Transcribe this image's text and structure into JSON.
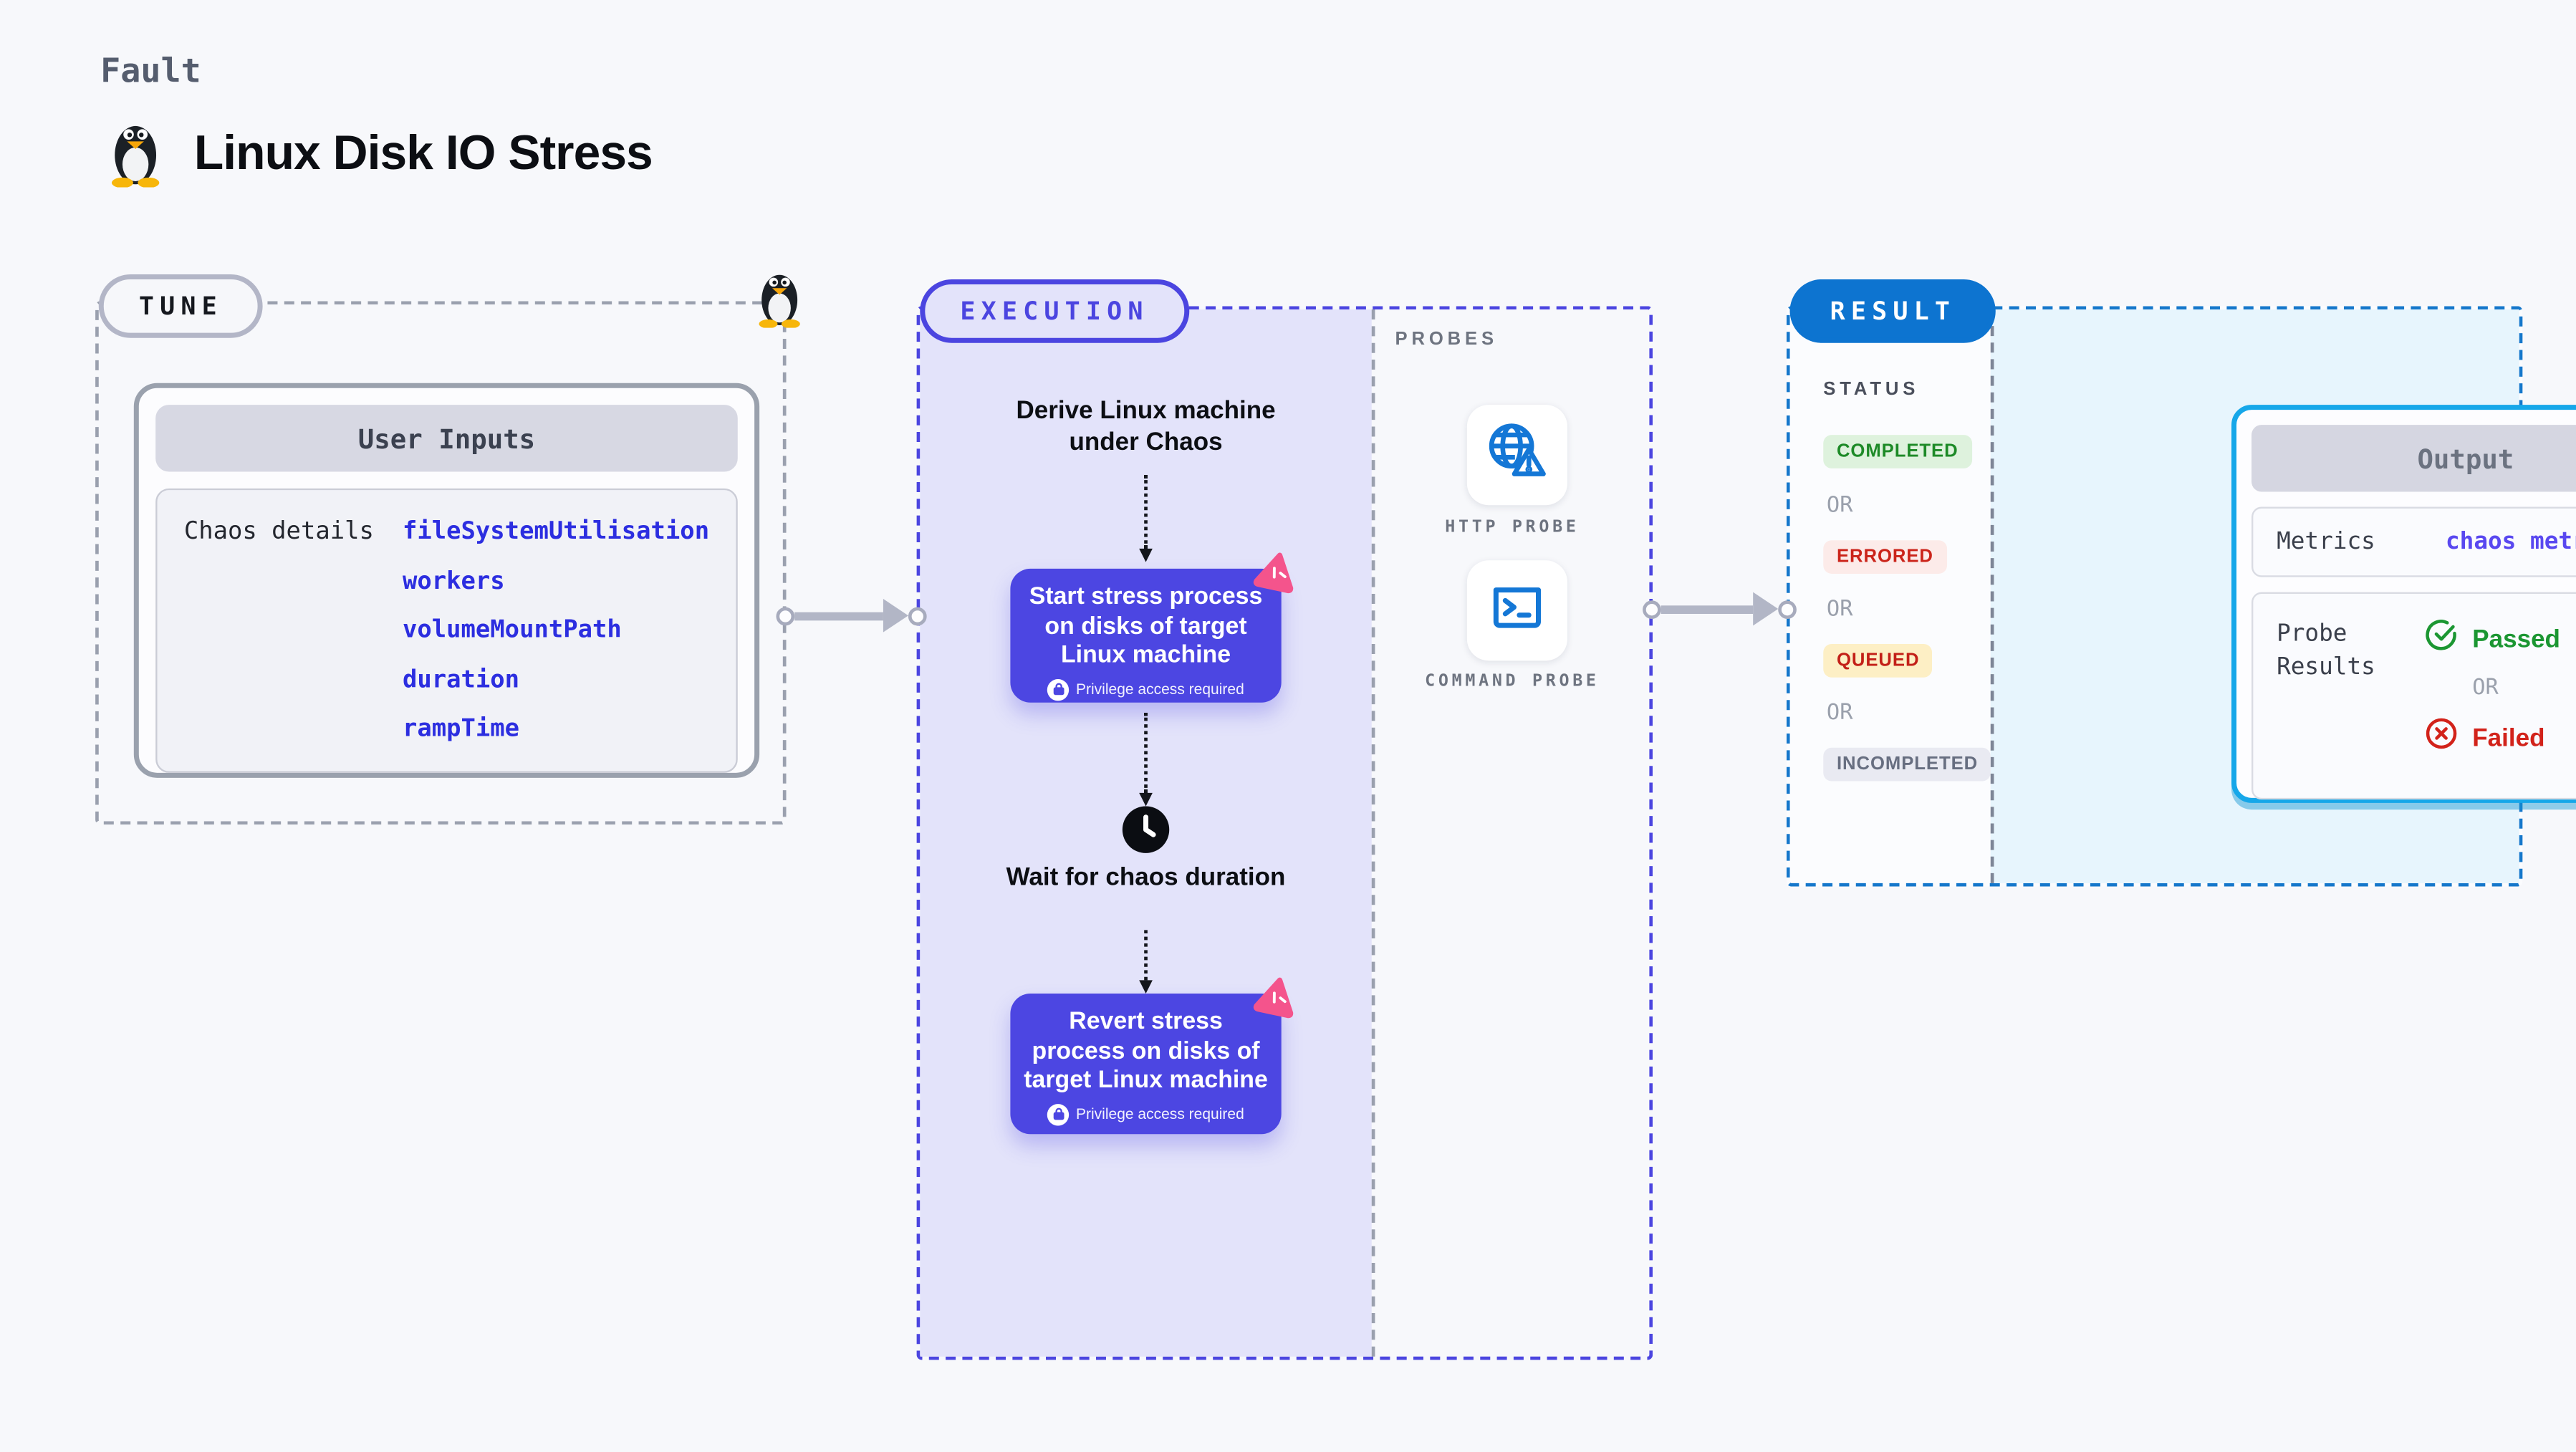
{
  "header": {
    "kicker": "Fault",
    "title": "Linux Disk IO Stress"
  },
  "tune": {
    "label": "TUNE",
    "card_title": "User Inputs",
    "row_label": "Chaos details",
    "inputs": [
      "fileSystemUtilisation",
      "workers",
      "volumeMountPath",
      "duration",
      "rampTime"
    ]
  },
  "execution": {
    "label": "EXECUTION",
    "derive_label": "Derive Linux machine under Chaos",
    "start_node": {
      "title": "Start stress process on disks of target Linux machine",
      "badge": "Privilege access required"
    },
    "wait_label": "Wait for chaos duration",
    "revert_node": {
      "title": "Revert stress process on disks of target Linux machine",
      "badge": "Privilege access required"
    }
  },
  "probes": {
    "label": "PROBES",
    "items": [
      {
        "name": "HTTP PROBE",
        "icon": "globe-alert-icon"
      },
      {
        "name": "COMMAND PROBE",
        "icon": "terminal-icon"
      }
    ]
  },
  "result": {
    "label": "RESULT",
    "status_label": "STATUS",
    "or_label": "OR",
    "statuses": [
      {
        "text": "COMPLETED",
        "kind": "completed"
      },
      {
        "text": "ERRORED",
        "kind": "errored"
      },
      {
        "text": "QUEUED",
        "kind": "queued"
      },
      {
        "text": "INCOMPLETED",
        "kind": "incompleted"
      }
    ],
    "output": {
      "title": "Output",
      "metrics_label": "Metrics",
      "metrics_value": "chaos metrics",
      "probe_results_label": "Probe Results",
      "passed": "Passed",
      "failed": "Failed"
    }
  },
  "colors": {
    "indigo_accent": "#4b45e0",
    "execution_bg": "#e3e3fa",
    "result_blue": "#0d74d0",
    "output_cyan": "#16a7e9",
    "result_bg": "#e7f5fd",
    "litmus_pink": "#f4548c",
    "input_value_blue": "#2c2ee0",
    "metrics_violet": "#5948f0",
    "passed_green": "#1b9632",
    "failed_red": "#d2221a",
    "completed_green": "#1d8a27",
    "errored_red": "#cb241a",
    "queued_red": "#c32018",
    "incompleted_gray": "#676e80"
  }
}
